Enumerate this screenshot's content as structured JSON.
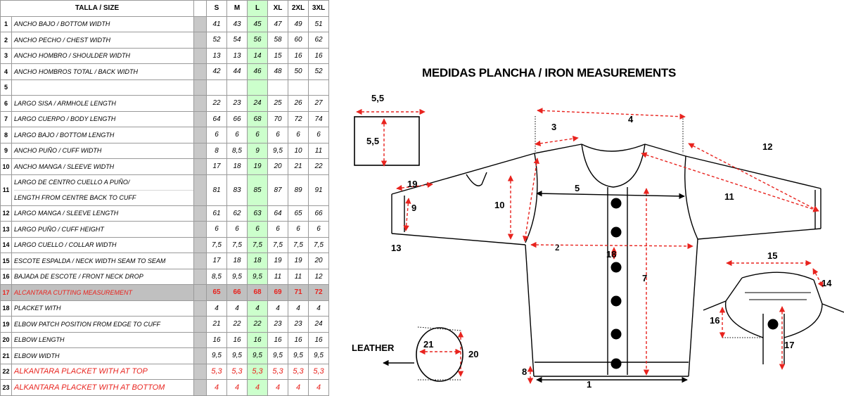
{
  "table": {
    "header_label": "TALLA / SIZE",
    "sizes": [
      "S",
      "M",
      "L",
      "XL",
      "2XL",
      "3XL"
    ],
    "rows": [
      {
        "num": "1",
        "label": "ANCHO BAJO / BOTTOM WIDTH",
        "values": [
          "41",
          "43",
          "45",
          "47",
          "49",
          "51"
        ]
      },
      {
        "num": "2",
        "label": "ANCHO PECHO / CHEST WIDTH",
        "values": [
          "52",
          "54",
          "56",
          "58",
          "60",
          "62"
        ]
      },
      {
        "num": "3",
        "label": "ANCHO HOMBRO / SHOULDER WIDTH",
        "values": [
          "13",
          "13",
          "14",
          "15",
          "16",
          "16"
        ]
      },
      {
        "num": "4",
        "label": "ANCHO HOMBROS TOTAL / BACK WIDTH",
        "values": [
          "42",
          "44",
          "46",
          "48",
          "50",
          "52"
        ]
      },
      {
        "num": "5",
        "label": "",
        "values": [
          "",
          "",
          "",
          "",
          "",
          ""
        ]
      },
      {
        "num": "6",
        "label": "LARGO SISA / ARMHOLE LENGTH",
        "values": [
          "22",
          "23",
          "24",
          "25",
          "26",
          "27"
        ]
      },
      {
        "num": "7",
        "label": "LARGO CUERPO / BODY LENGTH",
        "values": [
          "64",
          "66",
          "68",
          "70",
          "72",
          "74"
        ]
      },
      {
        "num": "8",
        "label": "LARGO BAJO / BOTTOM LENGTH",
        "values": [
          "6",
          "6",
          "6",
          "6",
          "6",
          "6"
        ]
      },
      {
        "num": "9",
        "label": "ANCHO PUÑO / CUFF WIDTH",
        "values": [
          "8",
          "8,5",
          "9",
          "9,5",
          "10",
          "11"
        ]
      },
      {
        "num": "10",
        "label": "ANCHO  MANGA /  SLEEVE WIDTH",
        "values": [
          "17",
          "18",
          "19",
          "20",
          "21",
          "22"
        ]
      },
      {
        "num": "11",
        "label": "LARGO DE CENTRO CUELLO A PUÑO/",
        "label2": "LENGTH FROM CENTRE BACK TO CUFF",
        "values": [
          "81",
          "83",
          "85",
          "87",
          "89",
          "91"
        ]
      },
      {
        "num": "12",
        "label": "LARGO MANGA / SLEEVE LENGTH",
        "values": [
          "61",
          "62",
          "63",
          "64",
          "65",
          "66"
        ]
      },
      {
        "num": "13",
        "label": "LARGO PUÑO / CUFF HEIGHT",
        "values": [
          "6",
          "6",
          "6",
          "6",
          "6",
          "6"
        ]
      },
      {
        "num": "14",
        "label": "LARGO CUELLO / COLLAR WIDTH",
        "values": [
          "7,5",
          "7,5",
          "7,5",
          "7,5",
          "7,5",
          "7,5"
        ]
      },
      {
        "num": "15",
        "label": "ESCOTE ESPALDA / NECK WIDTH  SEAM TO  SEAM",
        "values": [
          "17",
          "18",
          "18",
          "19",
          "19",
          "20"
        ]
      },
      {
        "num": "16",
        "label": "BAJADA DE ESCOTE / FRONT NECK DROP",
        "values": [
          "8,5",
          "9,5",
          "9,5",
          "11",
          "11",
          "12"
        ]
      },
      {
        "num": "17",
        "label": "ALCANTARA  CUTTING  MEASUREMENT",
        "values": [
          "65",
          "66",
          "68",
          "69",
          "71",
          "72"
        ]
      },
      {
        "num": "18",
        "label": "PLACKET  WITH",
        "values": [
          "4",
          "4",
          "4",
          "4",
          "4",
          "4"
        ]
      },
      {
        "num": "19",
        "label": "ELBOW  PATCH POSITION FROM EDGE  TO  CUFF",
        "values": [
          "21",
          "22",
          "22",
          "23",
          "23",
          "24"
        ]
      },
      {
        "num": "20",
        "label": "ELBOW  LENGTH",
        "values": [
          "16",
          "16",
          "16",
          "16",
          "16",
          "16"
        ]
      },
      {
        "num": "21",
        "label": "ELBOW  WIDTH",
        "values": [
          "9,5",
          "9,5",
          "9,5",
          "9,5",
          "9,5",
          "9,5"
        ]
      },
      {
        "num": "22",
        "label": "ALKANTARA  PLACKET WITH  AT  TOP",
        "values": [
          "5,3",
          "5,3",
          "5,3",
          "5,3",
          "5,3",
          "5,3"
        ]
      },
      {
        "num": "23",
        "label": "ALKANTARA  PLACKET WITH  AT BOTTOM",
        "values": [
          "4",
          "4",
          "4",
          "4",
          "4",
          "4"
        ]
      }
    ]
  },
  "diagram": {
    "title": "MEDIDAS PLANCHA / IRON MEASUREMENTS",
    "leather_label": "LEATHER",
    "patch_width_label": "5,5",
    "patch_height_label": "5,5",
    "labels": {
      "m1": "1",
      "m2": "2",
      "m3": "3",
      "m4": "4",
      "m5": "5",
      "m7": "7",
      "m8": "8",
      "m9": "9",
      "m10": "10",
      "m11": "11",
      "m12": "12",
      "m13": "13",
      "m14": "14",
      "m15": "15",
      "m16": "16",
      "m17": "17",
      "m18": "18",
      "m19": "19",
      "m20": "20",
      "m21": "21"
    },
    "colors": {
      "measure_red": "#e8231e",
      "highlight_gray": "#c0c0c0",
      "size_l_green": "#ccffcc",
      "separator_gray": "#c8c8c8"
    }
  }
}
